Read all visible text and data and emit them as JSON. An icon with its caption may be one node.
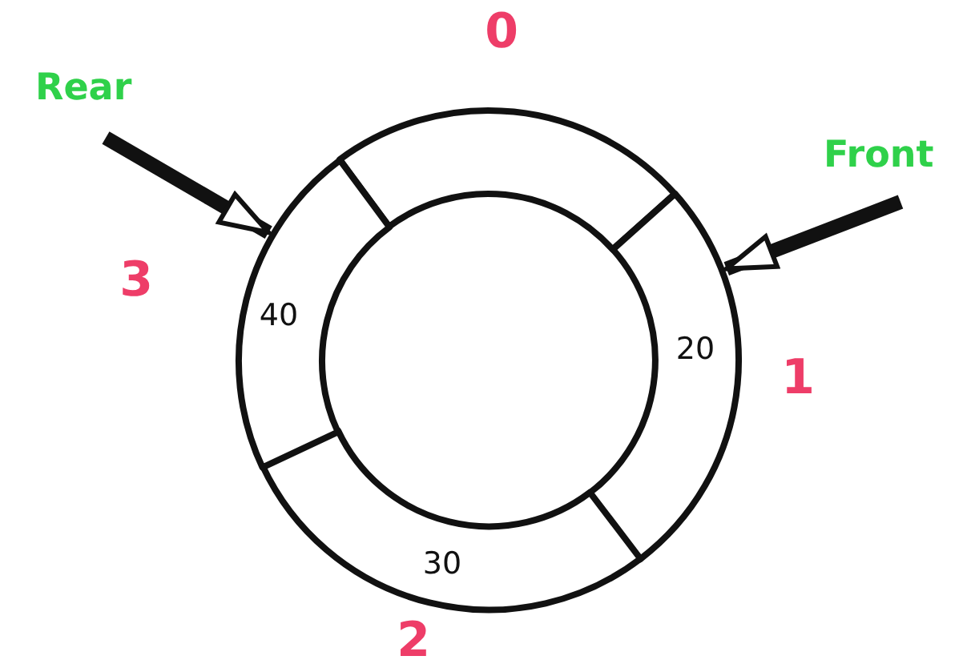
{
  "diagram": {
    "nodes": [
      {
        "text": [],
        "shape": "arc",
        "beside": [
          "0"
        ]
      },
      {
        "text": [
          "20"
        ],
        "beside": [
          "1"
        ]
      },
      {
        "text": [
          "30"
        ],
        "beside": [
          "2"
        ]
      },
      {
        "text": [
          "40"
        ],
        "beside": [
          "3"
        ]
      },
      {
        "text": [
          "Rear"
        ]
      },
      {
        "text": [
          "Front"
        ]
      }
    ],
    "edges": [
      {
        "from": 4,
        "to": 3,
        "arrow": "to"
      },
      {
        "from": 5,
        "to": 1,
        "arrow": "to"
      }
    ]
  }
}
